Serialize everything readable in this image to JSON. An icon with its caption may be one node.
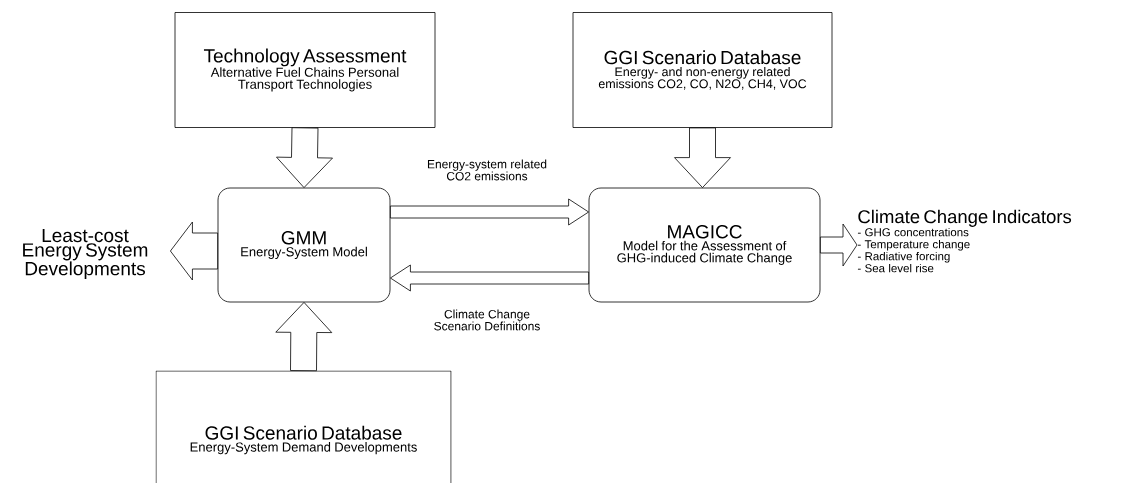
{
  "diagram": {
    "nodes": [
      {
        "text": [
          "Technology Assessment",
          "Alternative Fuel Chains Personal Transport Technologies"
        ]
      },
      {
        "text": [
          "GGI Scenario Database",
          "Energy- and non-energy related emissions CO2, CO, N2O, CH4, VOC"
        ]
      },
      {
        "text": [
          "GMM",
          "Energy-System Model"
        ]
      },
      {
        "text": [
          "MAGICC",
          "Model for the Assessment of GHG-induced Climate Change"
        ]
      },
      {
        "text": [
          "Least-cost Energy System Developments"
        ]
      },
      {
        "text": [
          "Climate Change Indicators",
          "- GHG concentrations",
          "- Temperature change",
          "- Radiative forcing",
          "- Sea level rise"
        ]
      },
      {
        "text": [
          "GGI Scenario Database",
          "Energy-System Demand Developments"
        ]
      }
    ],
    "edges": [
      {
        "from": 0,
        "to": 2,
        "arrow": "to"
      },
      {
        "from": 1,
        "to": 3,
        "arrow": "to"
      },
      {
        "from": 6,
        "to": 2,
        "arrow": "to"
      },
      {
        "from": 2,
        "to": 3,
        "arrow": "to",
        "label": "Energy-system related CO2 emissions"
      },
      {
        "from": 3,
        "to": 2,
        "arrow": "to",
        "label": "Climate Change Scenario Definitions"
      },
      {
        "from": 2,
        "to": 4,
        "arrow": "to"
      },
      {
        "from": 3,
        "to": 5,
        "arrow": "to"
      }
    ]
  }
}
